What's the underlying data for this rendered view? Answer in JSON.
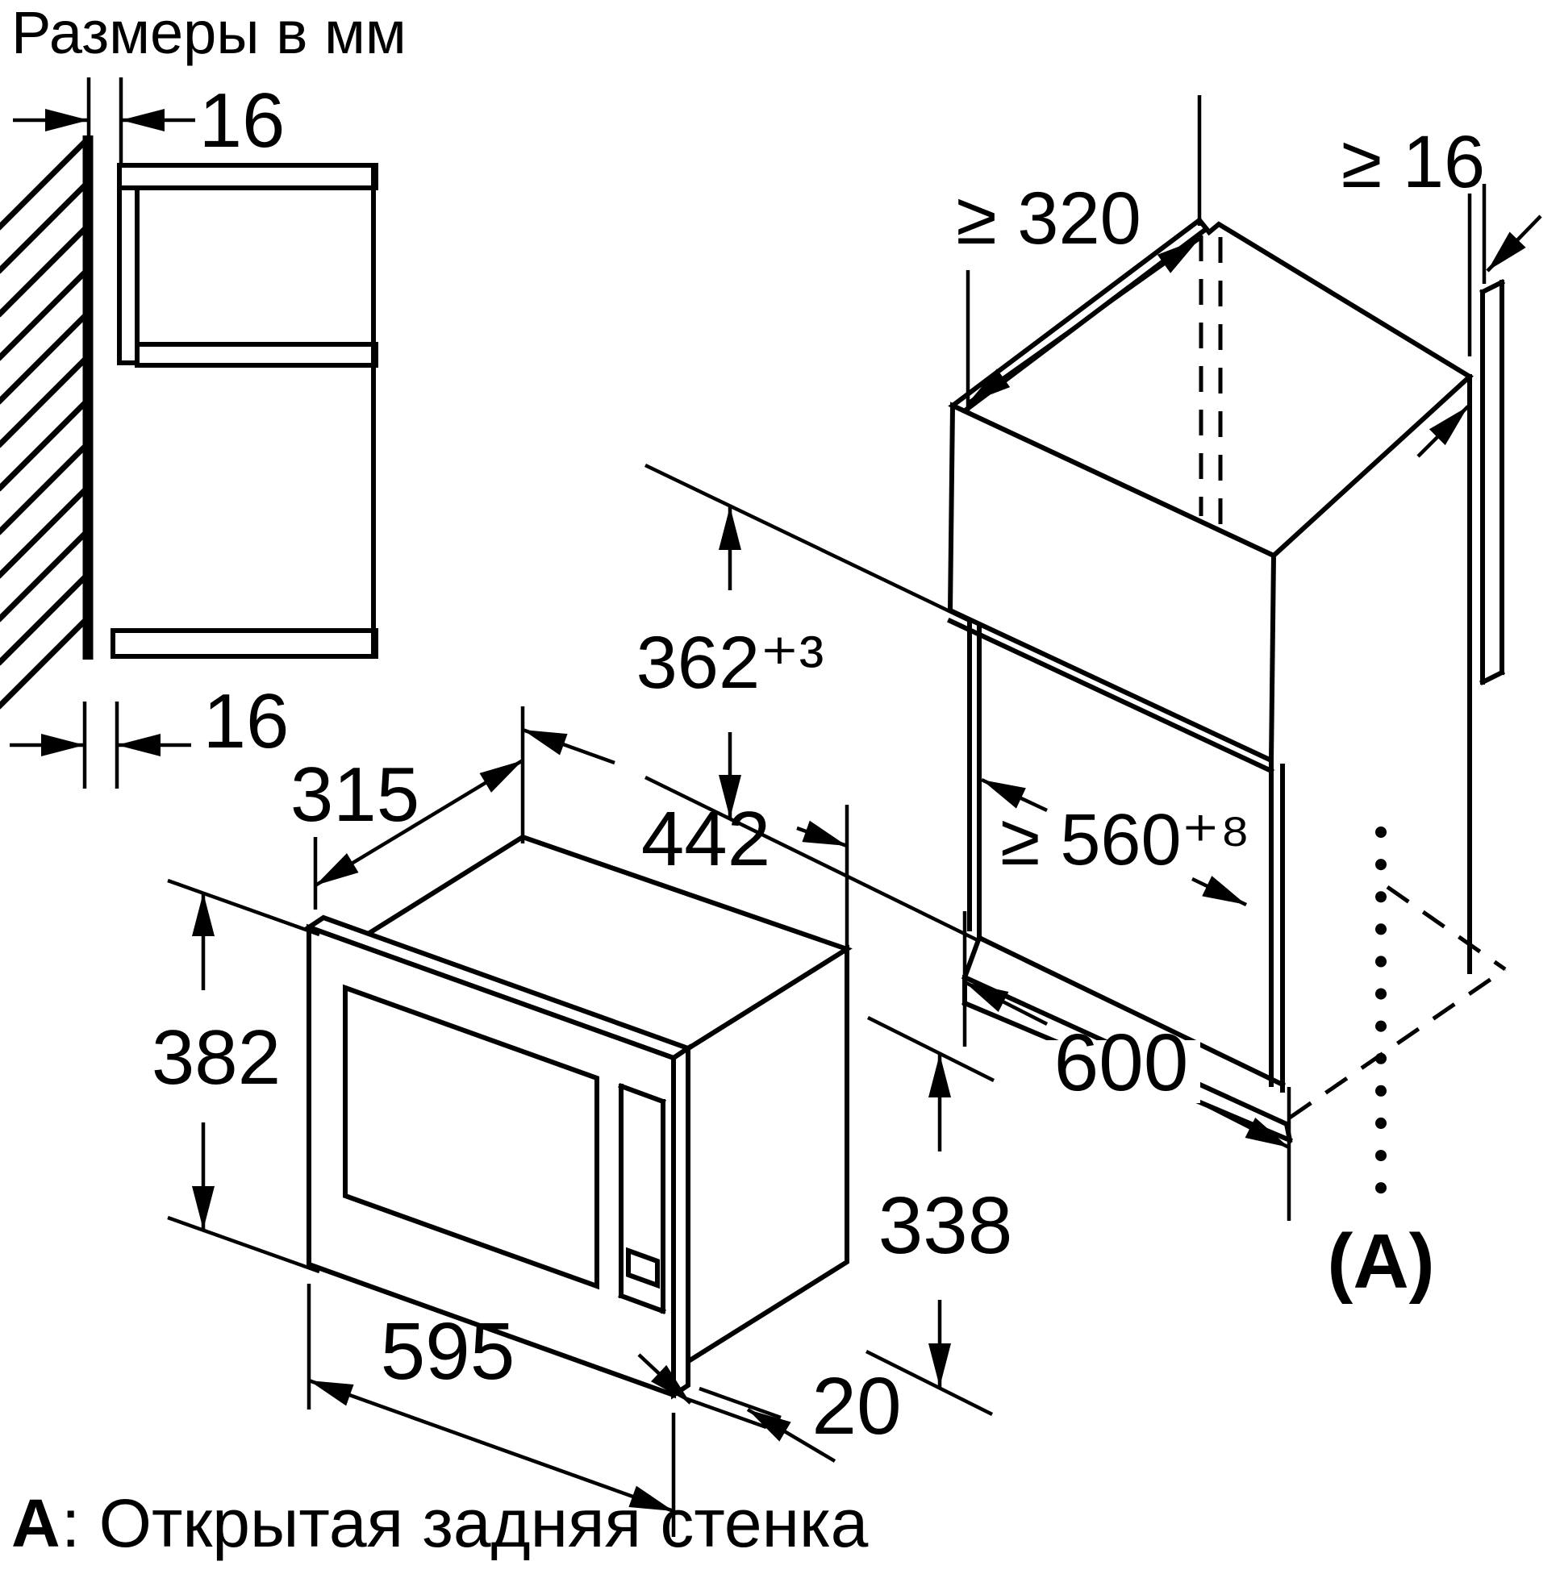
{
  "title": "Размеры в мм",
  "wall_section": {
    "gap_top": "16",
    "gap_bottom": "16"
  },
  "microwave": {
    "depth": "315",
    "top_width": "442",
    "front_height": "382",
    "front_width": "595",
    "frame_overhang": "20",
    "body_height": "338"
  },
  "cabinet": {
    "top_depth_min": "≥ 320",
    "rear_gap_min": "≥ 16",
    "niche_height": "362⁺³",
    "niche_width_min": "≥ 560⁺⁸",
    "cabinet_width": "600",
    "rear_marker": "(A)"
  },
  "footnote": {
    "marker": "A",
    "text": ": Открытая задняя стенка"
  }
}
